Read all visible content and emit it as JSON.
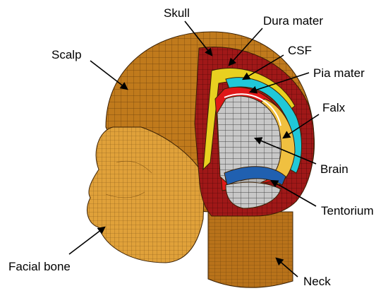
{
  "labels": {
    "skull": "Skull",
    "dura_mater": "Dura mater",
    "csf": "CSF",
    "pia_mater": "Pia mater",
    "falx": "Falx",
    "brain": "Brain",
    "tentorium": "Tentorium",
    "scalp": "Scalp",
    "facial_bone": "Facial bone",
    "neck": "Neck"
  },
  "colors": {
    "scalp": "#c07a1c",
    "scalp_light": "#d99a32",
    "face": "#e0a13a",
    "skull": "#a01818",
    "dura": "#e8d020",
    "csf": "#20c8d8",
    "pia": "#e01818",
    "brain": "#c8c8c8",
    "falx": "#f0c040",
    "tentorium": "#2060b0",
    "neck": "#b8721a"
  }
}
